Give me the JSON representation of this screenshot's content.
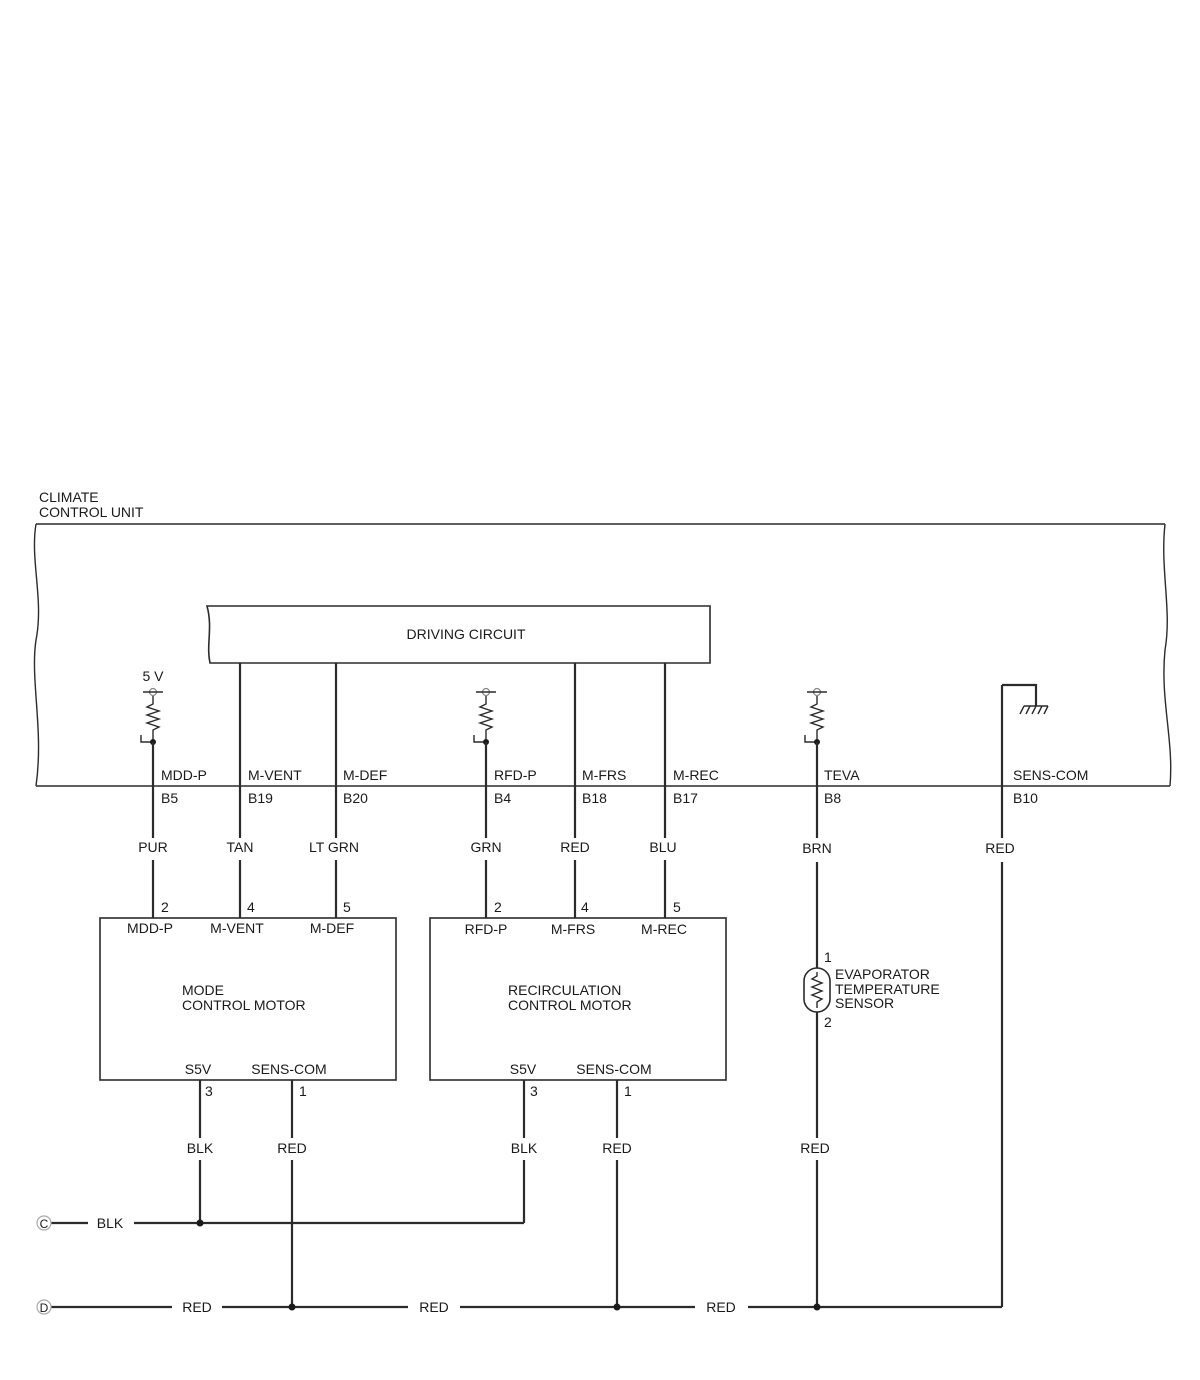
{
  "unit": {
    "title_line1": "CLIMATE",
    "title_line2": "CONTROL UNIT",
    "driving_circuit": "DRIVING CIRCUIT",
    "supply_voltage": "5 V"
  },
  "ecu_pins": [
    {
      "signal": "MDD-P",
      "pin": "B5",
      "wire": "PUR"
    },
    {
      "signal": "M-VENT",
      "pin": "B19",
      "wire": "TAN"
    },
    {
      "signal": "M-DEF",
      "pin": "B20",
      "wire": "LT GRN"
    },
    {
      "signal": "RFD-P",
      "pin": "B4",
      "wire": "GRN"
    },
    {
      "signal": "M-FRS",
      "pin": "B18",
      "wire": "RED"
    },
    {
      "signal": "M-REC",
      "pin": "B17",
      "wire": "BLU"
    },
    {
      "signal": "TEVA",
      "pin": "B8",
      "wire": "BRN"
    },
    {
      "signal": "SENS-COM",
      "pin": "B10",
      "wire": "RED"
    }
  ],
  "mode_motor": {
    "name_line1": "MODE",
    "name_line2": "CONTROL MOTOR",
    "top_terminals": [
      {
        "num": "2",
        "label": "MDD-P"
      },
      {
        "num": "4",
        "label": "M-VENT"
      },
      {
        "num": "5",
        "label": "M-DEF"
      }
    ],
    "bottom_terminals": [
      {
        "num": "3",
        "label": "S5V",
        "wire": "BLK"
      },
      {
        "num": "1",
        "label": "SENS-COM",
        "wire": "RED"
      }
    ]
  },
  "recirc_motor": {
    "name_line1": "RECIRCULATION",
    "name_line2": "CONTROL MOTOR",
    "top_terminals": [
      {
        "num": "2",
        "label": "RFD-P"
      },
      {
        "num": "4",
        "label": "M-FRS"
      },
      {
        "num": "5",
        "label": "M-REC"
      }
    ],
    "bottom_terminals": [
      {
        "num": "3",
        "label": "S5V",
        "wire": "BLK"
      },
      {
        "num": "1",
        "label": "SENS-COM",
        "wire": "RED"
      }
    ]
  },
  "evap_sensor": {
    "line1": "EVAPORATOR",
    "line2": "TEMPERATURE",
    "line3": "SENSOR",
    "pin_top": "1",
    "pin_bottom": "2",
    "wire_bottom": "RED"
  },
  "bus_c": {
    "terminal": "C",
    "wire": "BLK"
  },
  "bus_d": {
    "terminal": "D",
    "wire": "RED",
    "segment_labels": [
      "RED",
      "RED",
      "RED"
    ]
  },
  "sens_com_wire_mid": "RED"
}
